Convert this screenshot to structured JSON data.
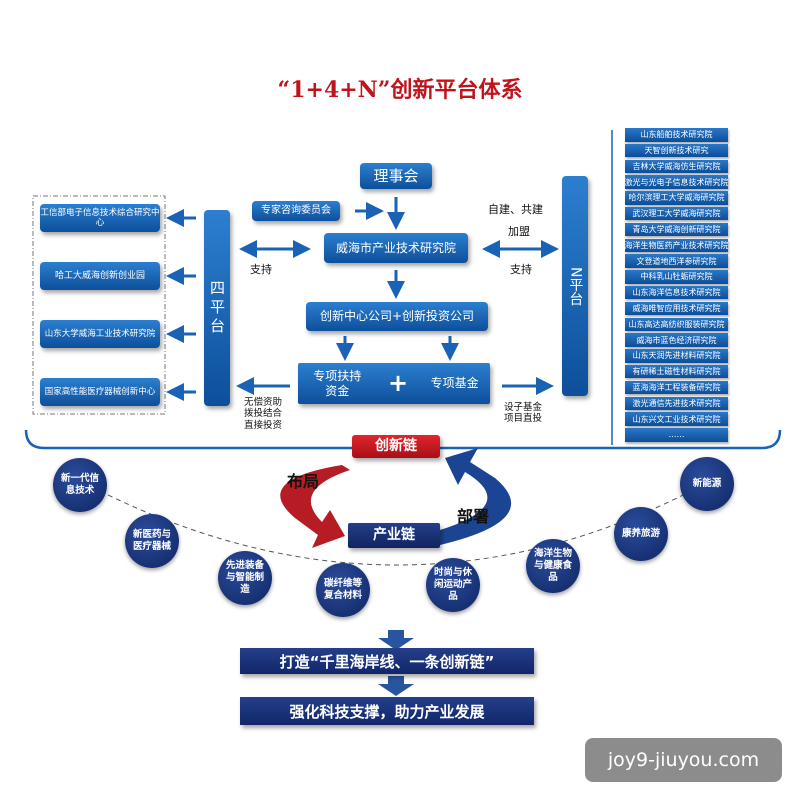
{
  "title": "“1+4+N”创新平台体系",
  "colors": {
    "title": "#c0141c",
    "box_blue": "#1565b8",
    "chain_red": "#c8161e",
    "navy": "#13286b"
  },
  "left_platforms": [
    "工信部电子信息技术综合研究中心",
    "哈工大威海创新创业园",
    "山东大学威海工业技术研究院",
    "国家高性能医疗器械创新中心"
  ],
  "four_platform": "四平台",
  "n_platform": "N平台",
  "center": {
    "council": "理事会",
    "expert": "专家咨询委员会",
    "institute": "威海市产业技术研究院",
    "companies": "创新中心公司+创新投资公司",
    "special_support": "专项扶持资金",
    "plus": "+",
    "special_fund": "专项基金"
  },
  "labels": {
    "support_left": "支持",
    "support_right": "支持",
    "self_build": "自建、共建",
    "join": "加盟",
    "left_funding": "无偿资助\n拨投结合\n直接投资",
    "right_funding": "设子基金\n项目直投"
  },
  "n_list": [
    "山东船舶技术研究院",
    "天智创新技术研究",
    "吉林大学威海仿生研究院",
    "激光与光电子信息技术研究院",
    "哈尔滨理工大学威海研究院",
    "武汉理工大学威海研究院",
    "青岛大学威海创新研究院",
    "海洋生物医药产业技术研究院",
    "文登道地西洋参研究院",
    "中科乳山牡蛎研究院",
    "山东海洋信息技术研究院",
    "威海唯智应用技术研究院",
    "山东高达高纺织服装研究院",
    "威海市蓝色经济研究院",
    "山东天润先进材料研究院",
    "有研稀土磁性材料研究院",
    "蓝海海洋工程装备研究院",
    "激光通信先进技术研究院",
    "山东兴文工业技术研究院",
    "……"
  ],
  "innovation_chain": "创新链",
  "industry_chain": "产业链",
  "layout_word": "布局",
  "deploy_word": "部署",
  "industries": [
    "新一代信息技术",
    "新医药与医疗器械",
    "先进装备与智能制造",
    "碳纤维等复合材料",
    "时尚与休闲运动产品",
    "海洋生物与健康食品",
    "康养旅游",
    "新能源"
  ],
  "banners": [
    "打造“千里海岸线、一条创新链”",
    "强化科技支撑，助力产业发展"
  ],
  "watermark": "joy9-jiuyou.com"
}
